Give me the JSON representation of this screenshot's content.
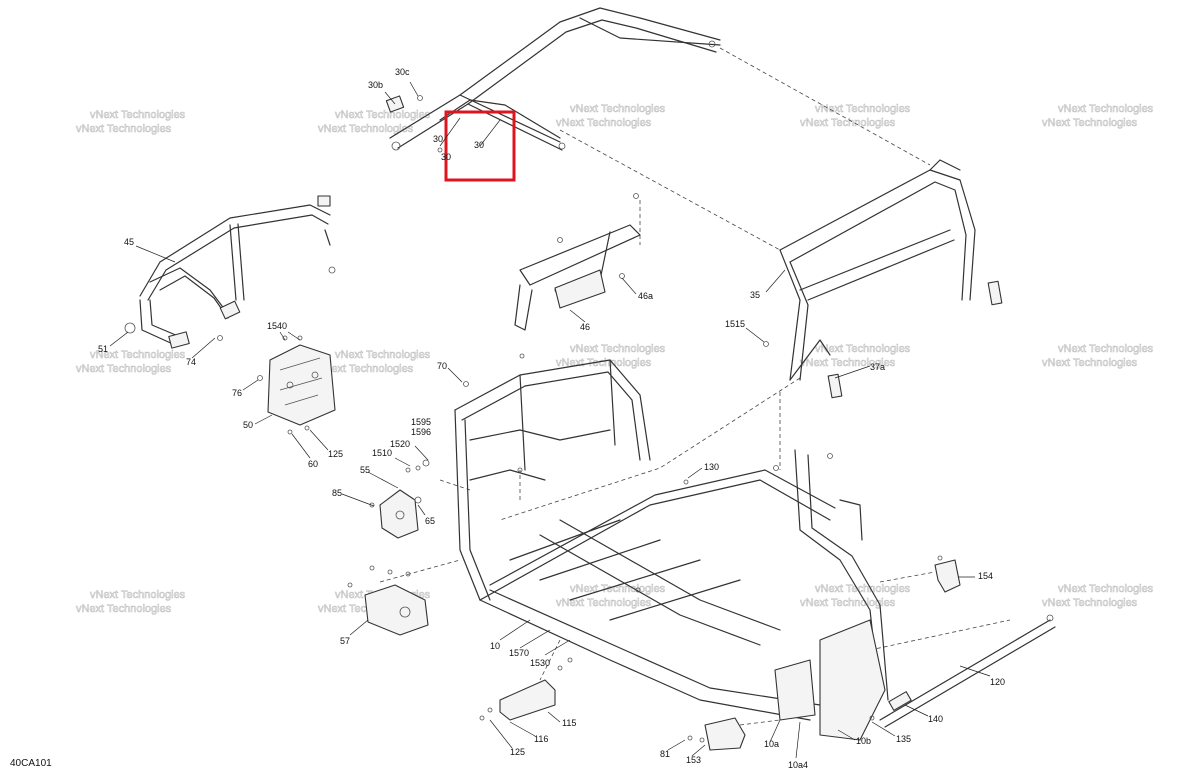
{
  "diagram": {
    "id_label": "40CA101",
    "highlight_part": "30",
    "highlight_color": "#e0141e",
    "watermark": "vNext Technologies",
    "callouts": {
      "c30": "30",
      "c30b": "30b",
      "c30c": "30c",
      "c30x": "30",
      "c30y": "30",
      "c45": "45",
      "c51": "51",
      "c74": "74",
      "c1540": "1540",
      "c76": "76",
      "c50": "50",
      "c60": "60",
      "c125a": "125",
      "c46": "46",
      "c46a": "46a",
      "c35": "35",
      "c1515": "1515",
      "c37a": "37a",
      "c70": "70",
      "c1595": "1595",
      "c1596": "1596",
      "c1520": "1520",
      "c1510": "1510",
      "c55": "55",
      "c85": "85",
      "c65": "65",
      "c130": "130",
      "c57": "57",
      "c10": "10",
      "c1570": "1570",
      "c1530": "1530",
      "c154": "154",
      "c120": "120",
      "c140": "140",
      "c135": "135",
      "c115": "115",
      "c116": "116",
      "c125b": "125",
      "c81": "81",
      "c153": "153",
      "c10a": "10a",
      "c10a4": "10a4",
      "c10b": "10b"
    }
  }
}
